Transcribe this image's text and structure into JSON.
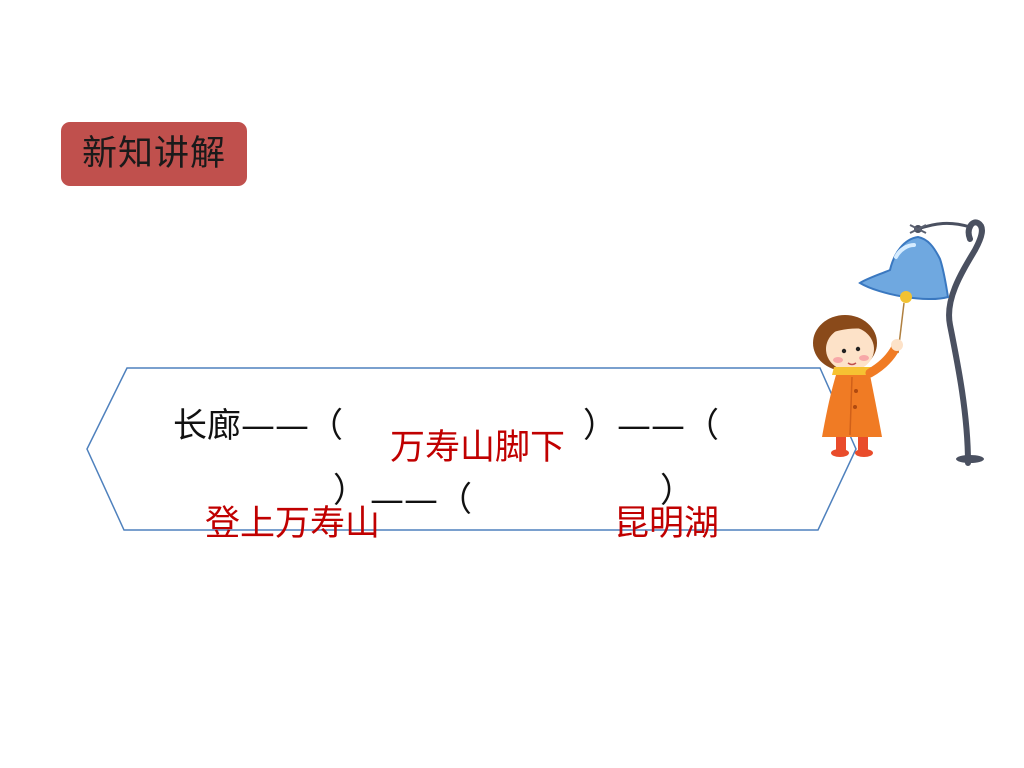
{
  "badge": {
    "label": "新知讲解"
  },
  "route": {
    "start": "长廊——（",
    "close_open_1": "）——（",
    "close_1": "）",
    "dash_open_2": "——（",
    "close_2": "）"
  },
  "answers": {
    "a1": "万寿山脚下",
    "a2": "登上万寿山",
    "a3": "昆明湖"
  },
  "colors": {
    "badge_bg": "#c0504d",
    "answer_red": "#c00000",
    "frame_stroke": "#4f81bd"
  },
  "icons": {
    "illustration": "girl-ringing-bell-icon"
  }
}
